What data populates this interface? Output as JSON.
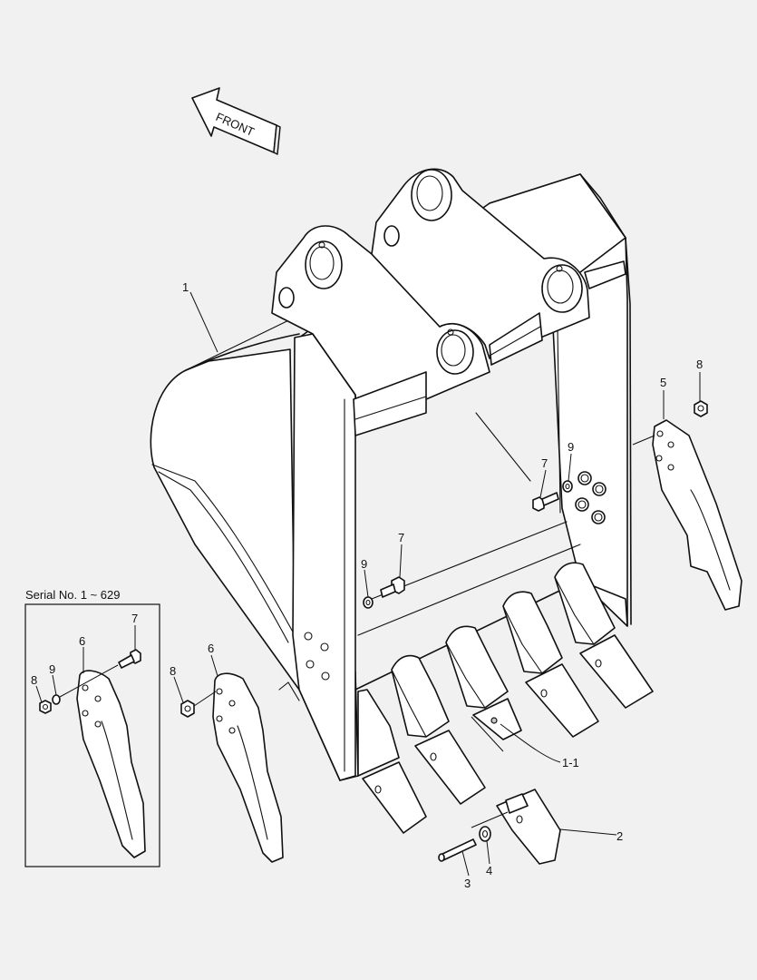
{
  "front_arrow": {
    "label": "FRONT"
  },
  "inset": {
    "caption": "Serial No. 1 ~ 629"
  },
  "callouts": {
    "bucket": "1",
    "tooth_assembly": "1-1",
    "tooth_point": "2",
    "pin": "3",
    "lock_washer": "4",
    "side_cutter_right": "5",
    "side_cutter_left": "6",
    "side_cutter_left_inset": "6",
    "bolt_right": "7",
    "bolt_left": "7",
    "bolt_inset": "7",
    "nut_right": "8",
    "nut_left": "8",
    "nut_inset": "8",
    "washer_right": "9",
    "washer_left": "9",
    "washer_inset": "9"
  }
}
